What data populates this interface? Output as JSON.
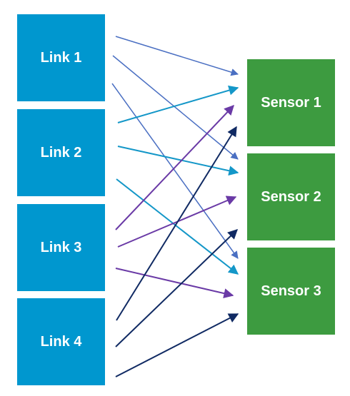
{
  "diagram": {
    "links": [
      {
        "label": "Link 1"
      },
      {
        "label": "Link 2"
      },
      {
        "label": "Link 3"
      },
      {
        "label": "Link 4"
      }
    ],
    "sensors": [
      {
        "label": "Sensor 1"
      },
      {
        "label": "Sensor 2"
      },
      {
        "label": "Sensor 3"
      }
    ],
    "colors": {
      "link_fill": "#0097cf",
      "sensor_fill": "#3d9b40",
      "arrow_slate_blue": "#4a6fc2",
      "arrow_cyan": "#1497c8",
      "arrow_purple": "#6a3aa6",
      "arrow_navy": "#102a63"
    },
    "connections": [
      {
        "from": "Link 1",
        "to": "Sensor 1",
        "color": "arrow_slate_blue"
      },
      {
        "from": "Link 1",
        "to": "Sensor 2",
        "color": "arrow_slate_blue"
      },
      {
        "from": "Link 1",
        "to": "Sensor 3",
        "color": "arrow_slate_blue"
      },
      {
        "from": "Link 2",
        "to": "Sensor 1",
        "color": "arrow_cyan"
      },
      {
        "from": "Link 2",
        "to": "Sensor 2",
        "color": "arrow_cyan"
      },
      {
        "from": "Link 2",
        "to": "Sensor 3",
        "color": "arrow_cyan"
      },
      {
        "from": "Link 3",
        "to": "Sensor 1",
        "color": "arrow_purple"
      },
      {
        "from": "Link 3",
        "to": "Sensor 2",
        "color": "arrow_purple"
      },
      {
        "from": "Link 3",
        "to": "Sensor 3",
        "color": "arrow_purple"
      },
      {
        "from": "Link 4",
        "to": "Sensor 1",
        "color": "arrow_navy"
      },
      {
        "from": "Link 4",
        "to": "Sensor 2",
        "color": "arrow_navy"
      },
      {
        "from": "Link 4",
        "to": "Sensor 3",
        "color": "arrow_navy"
      }
    ]
  }
}
